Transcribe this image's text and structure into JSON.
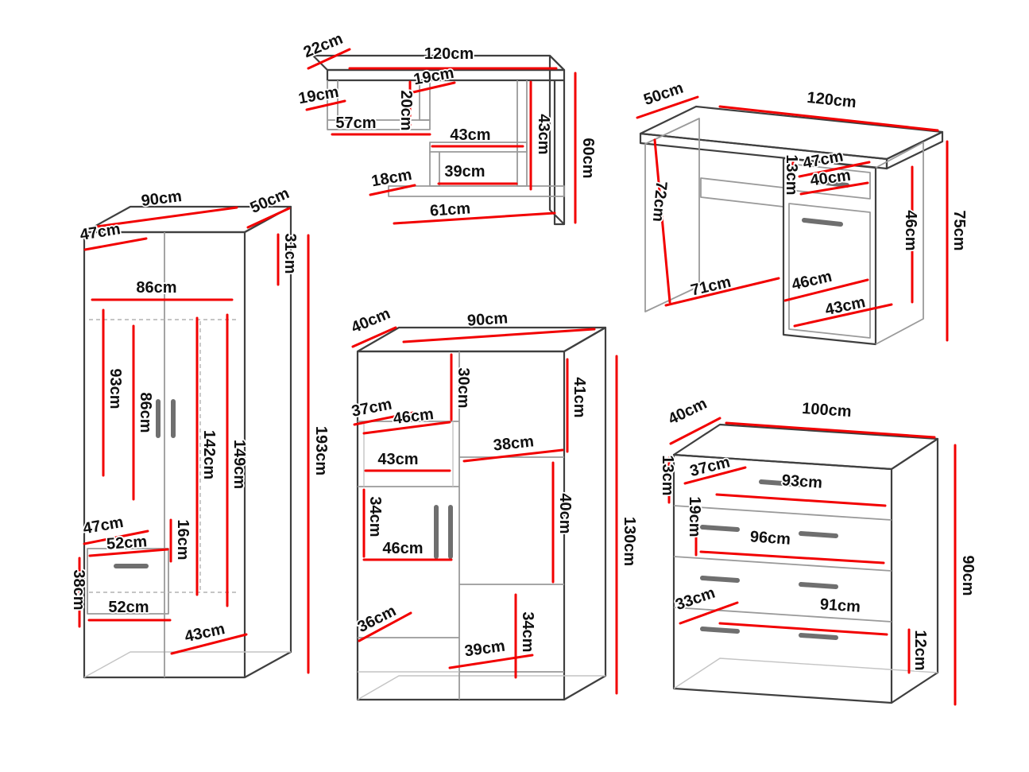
{
  "diagram": {
    "units": "cm",
    "colors": {
      "dimension_line": "#f20000",
      "outline_dark": "#3f3f3f",
      "outline_gray": "#9a9a9a",
      "label_text": "#101010",
      "background": "#ffffff"
    },
    "dims": {
      "wall_shelf": [
        "22cm",
        "120cm",
        "19cm",
        "19cm",
        "57cm",
        "20cm",
        "43cm",
        "43cm",
        "60cm",
        "39cm",
        "18cm",
        "61cm"
      ],
      "desk": [
        "50cm",
        "120cm",
        "72cm",
        "13cm",
        "47cm",
        "40cm",
        "46cm",
        "75cm",
        "71cm",
        "46cm",
        "43cm"
      ],
      "wardrobe": [
        "90cm",
        "50cm",
        "47cm",
        "31cm",
        "86cm",
        "93cm",
        "86cm",
        "142cm",
        "149cm",
        "193cm",
        "47cm",
        "52cm",
        "16cm",
        "38cm",
        "52cm",
        "43cm"
      ],
      "bookcase": [
        "40cm",
        "90cm",
        "30cm",
        "41cm",
        "37cm",
        "46cm",
        "43cm",
        "38cm",
        "34cm",
        "40cm",
        "130cm",
        "46cm",
        "36cm",
        "39cm",
        "34cm"
      ],
      "chest": [
        "40cm",
        "100cm",
        "13cm",
        "37cm",
        "93cm",
        "19cm",
        "96cm",
        "33cm",
        "91cm",
        "12cm",
        "90cm"
      ]
    }
  }
}
